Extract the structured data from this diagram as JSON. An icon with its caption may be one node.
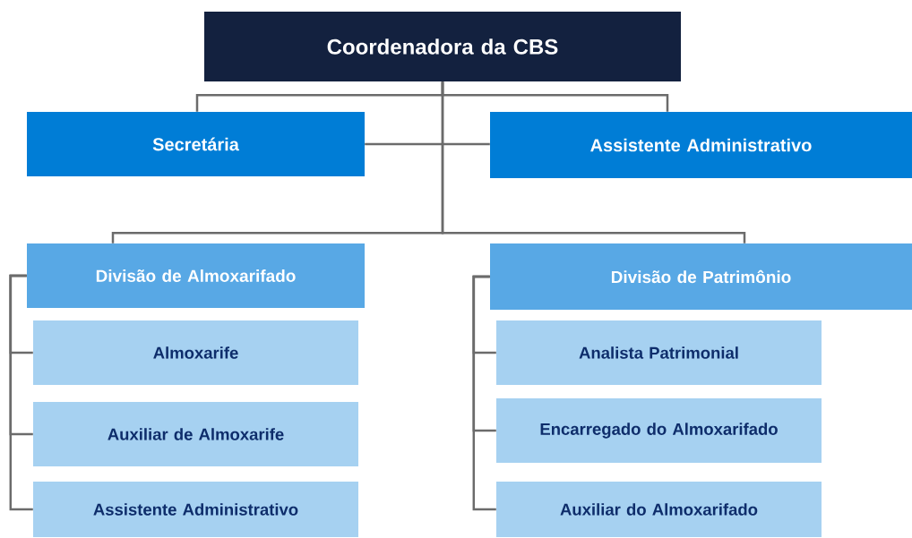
{
  "diagram": {
    "nodes": [
      {
        "text": [
          "Coordenadora da CBS"
        ]
      },
      {
        "text": [
          "Secretária"
        ]
      },
      {
        "text": [
          "Assistente Administrativo"
        ]
      },
      {
        "text": [
          "Divisão de Almoxarifado"
        ]
      },
      {
        "text": [
          "Almoxarife"
        ]
      },
      {
        "text": [
          "Auxiliar de Almoxarife"
        ]
      },
      {
        "text": [
          "Assistente Administrativo"
        ]
      },
      {
        "text": [
          "Divisão de Patrimônio"
        ]
      },
      {
        "text": [
          "Analista Patrimonial"
        ]
      },
      {
        "text": [
          "Encarregado do Almoxarifado"
        ]
      },
      {
        "text": [
          "Auxiliar do Almoxarifado"
        ]
      }
    ],
    "edges": [
      {
        "from": 0,
        "to": 1,
        "arrow": "none"
      },
      {
        "from": 0,
        "to": 2,
        "arrow": "none"
      },
      {
        "from": 1,
        "to": 2,
        "arrow": "none"
      },
      {
        "from": 0,
        "to": 3,
        "arrow": "none"
      },
      {
        "from": 0,
        "to": 7,
        "arrow": "none"
      },
      {
        "from": 3,
        "to": 4,
        "arrow": "none"
      },
      {
        "from": 3,
        "to": 5,
        "arrow": "none"
      },
      {
        "from": 3,
        "to": 6,
        "arrow": "none"
      },
      {
        "from": 7,
        "to": 8,
        "arrow": "none"
      },
      {
        "from": 7,
        "to": 9,
        "arrow": "none"
      },
      {
        "from": 7,
        "to": 10,
        "arrow": "none"
      }
    ]
  }
}
